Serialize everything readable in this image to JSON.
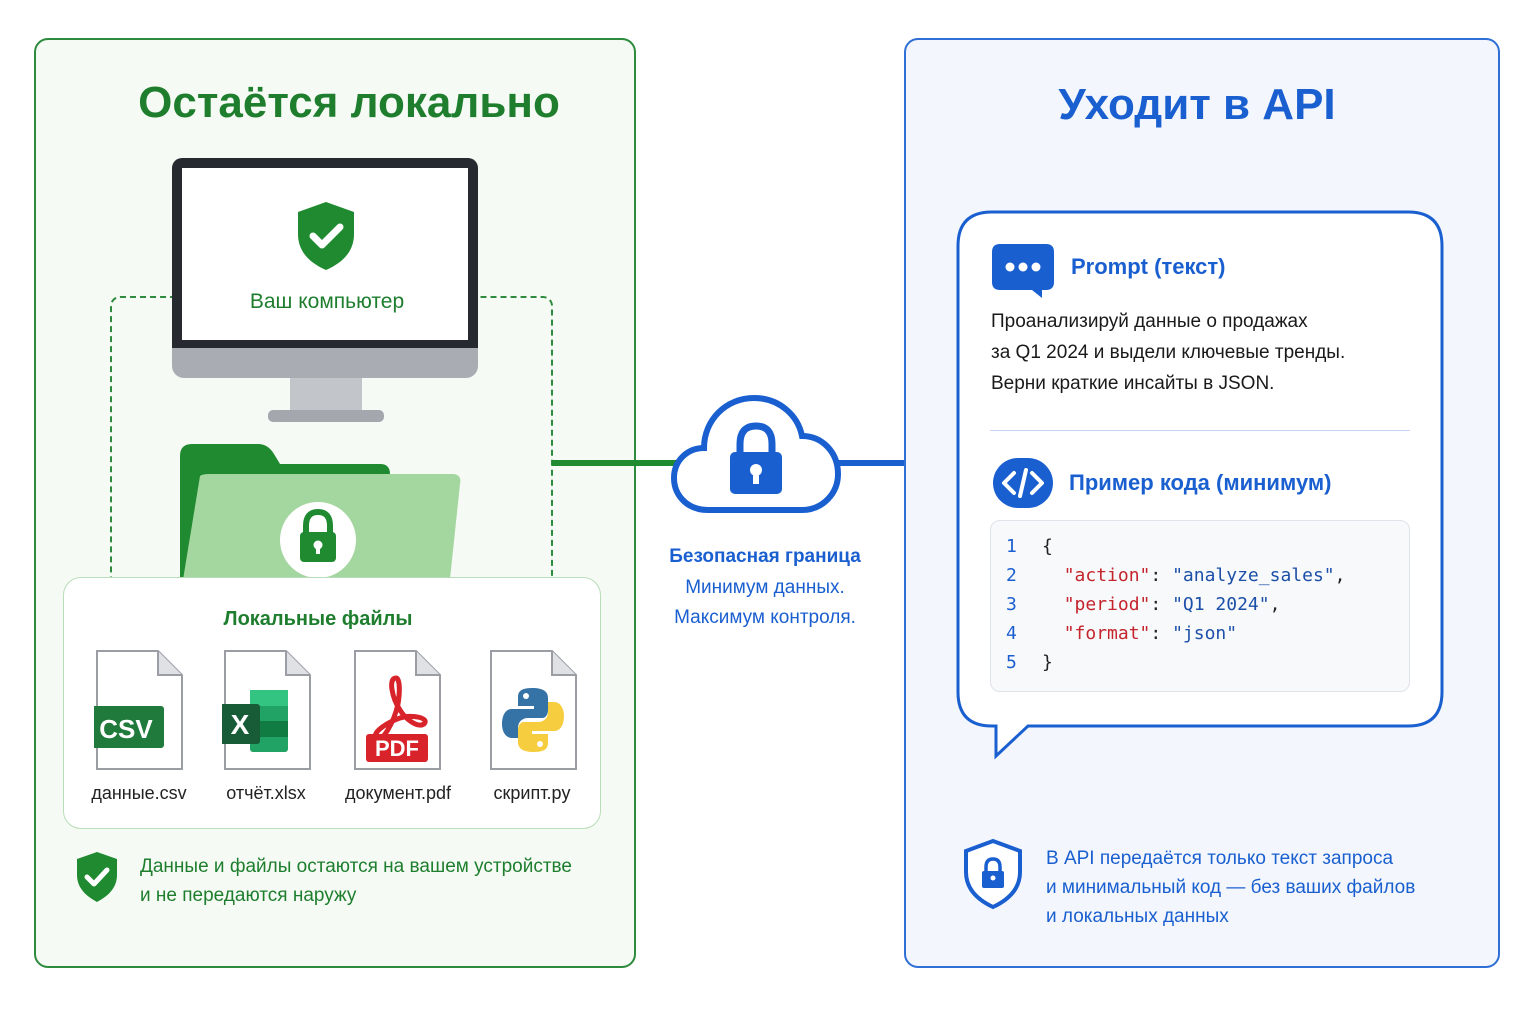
{
  "local": {
    "title": "Остаётся локально",
    "computer_label": "Ваш компьютер",
    "files_title": "Локальные файлы",
    "files": [
      {
        "name": "данные.csv",
        "badge": "CSV",
        "type": "csv"
      },
      {
        "name": "отчёт.xlsx",
        "badge": "X",
        "type": "xlsx"
      },
      {
        "name": "документ.pdf",
        "badge": "PDF",
        "type": "pdf"
      },
      {
        "name": "скрипт.py",
        "badge": "",
        "type": "py"
      }
    ],
    "note_line1": "Данные и файлы остаются на вашем устройстве",
    "note_line2": "и не передаются наружу"
  },
  "boundary": {
    "title": "Безопасная граница",
    "line1": "Минимум данных.",
    "line2": "Максимум контроля."
  },
  "api": {
    "title": "Уходит в API",
    "prompt_title": "Prompt (текст)",
    "prompt_lines": [
      "Проанализируй данные о продажах",
      "за Q1 2024 и выдели ключевые тренды.",
      "Верни краткие инсайты в JSON."
    ],
    "code_title": "Пример кода (минимум)",
    "code": [
      {
        "n": "1",
        "text": "{"
      },
      {
        "n": "2",
        "key": "\"action\"",
        "value": "\"analyze_sales\"",
        "tail": ","
      },
      {
        "n": "3",
        "key": "\"period\"",
        "value": "\"Q1 2024\"",
        "tail": ","
      },
      {
        "n": "4",
        "key": "\"format\"",
        "value": "\"json\"",
        "tail": ""
      },
      {
        "n": "5",
        "text": "}"
      }
    ],
    "note_lines": [
      "В API передаётся только текст запроса",
      "и минимальный код — без ваших файлов",
      "и локальных данных"
    ]
  },
  "colors": {
    "green": "#1e7e2e",
    "blue": "#1a5fd0",
    "code_key": "#c4242c"
  }
}
